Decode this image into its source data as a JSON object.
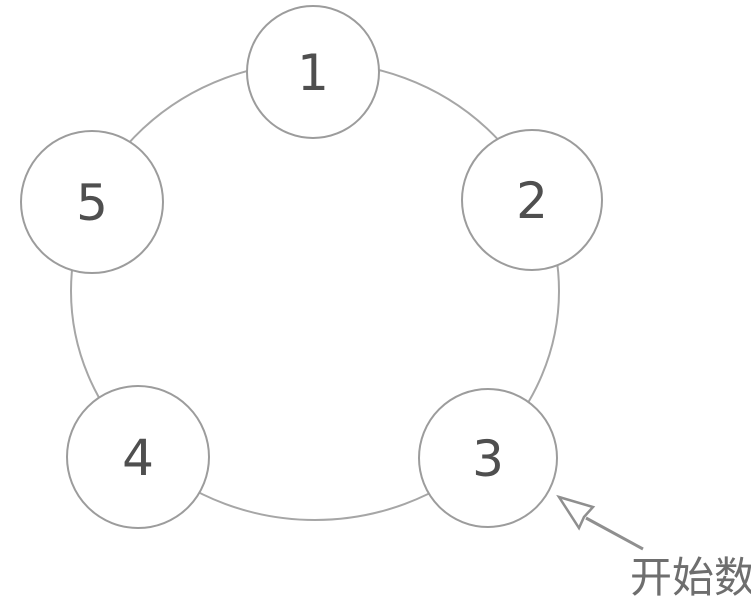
{
  "diagram": {
    "description": "Circle of five numbered nodes arranged in a ring; an arrow points to node 3 indicating where counting starts",
    "background_color": "#ffffff",
    "ring_stroke_color": "#a6a6a6",
    "node_style": {
      "fill": "#ffffff",
      "stroke": "#9c9c9c",
      "label_color": "#4f4f4f"
    },
    "nodes": [
      {
        "label": "1",
        "position": "top"
      },
      {
        "label": "2",
        "position": "upper-right"
      },
      {
        "label": "3",
        "position": "lower-right"
      },
      {
        "label": "4",
        "position": "lower-left"
      },
      {
        "label": "5",
        "position": "upper-left"
      }
    ],
    "annotation": {
      "label": "开始数",
      "meaning": "start counting here",
      "target_node": "3",
      "arrow_color": "#8f8f8f",
      "text_color": "#6e6e6e"
    }
  }
}
